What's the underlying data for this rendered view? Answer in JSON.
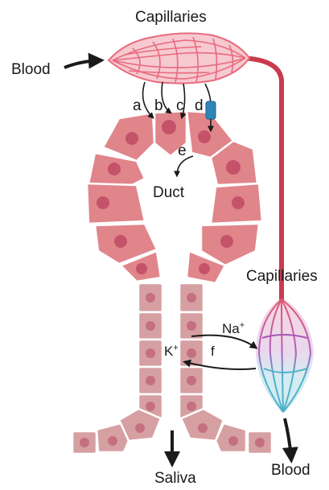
{
  "labels": {
    "capillaries_top": "Capillaries",
    "blood_in": "Blood",
    "path_a": "a",
    "path_b": "b",
    "path_c": "c",
    "path_d": "d",
    "path_e": "e",
    "duct": "Duct",
    "capillaries_right": "Capillaries",
    "na": "Na",
    "na_charge": "+",
    "k": "K",
    "k_charge": "+",
    "path_f": "f",
    "saliva": "Saliva",
    "blood_out": "Blood"
  },
  "colors": {
    "acinar_cell": "#e0858a",
    "acinar_outline": "#ffffff",
    "nucleus": "#c4536a",
    "duct_cell": "#d6a0a3",
    "duct_nucleus": "#c4707e",
    "artery": "#c93a4d",
    "capillary_red": "#e86a7e",
    "capillary_purple": "#a855b7",
    "capillary_blue": "#4fb3c9",
    "channel": "#2e86b8",
    "arrow": "#1a1a1a"
  }
}
